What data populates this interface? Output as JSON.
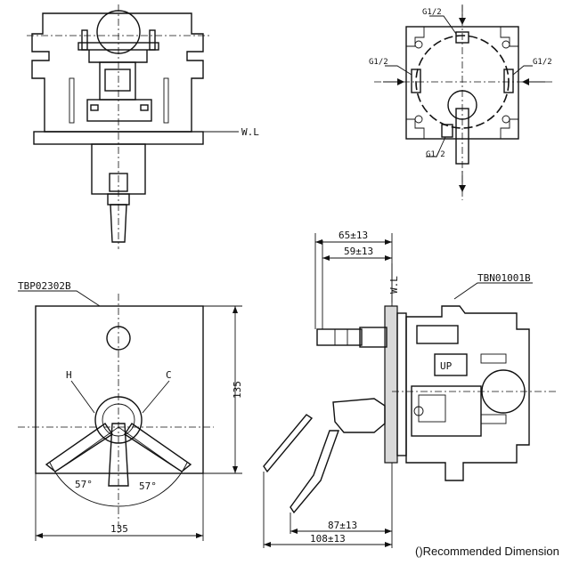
{
  "labels": {
    "wl_top": "W.L",
    "wl_side": "W.L",
    "g12_top": "G1/2",
    "g12_left": "G1/2",
    "g12_right": "G1/2",
    "g12_bottom": "G1/2",
    "part_front": "TBP02302B",
    "part_side": "TBN01001B",
    "hot": "H",
    "cold": "C",
    "up_mark": "UP",
    "angle_left": "57°",
    "angle_right": "57°"
  },
  "dimensions": {
    "width": "135",
    "height": "135",
    "dim_65": "65±13",
    "dim_59": "59±13",
    "dim_87": "87±13",
    "dim_108": "108±13"
  },
  "caption": "()Recommended Dimension"
}
